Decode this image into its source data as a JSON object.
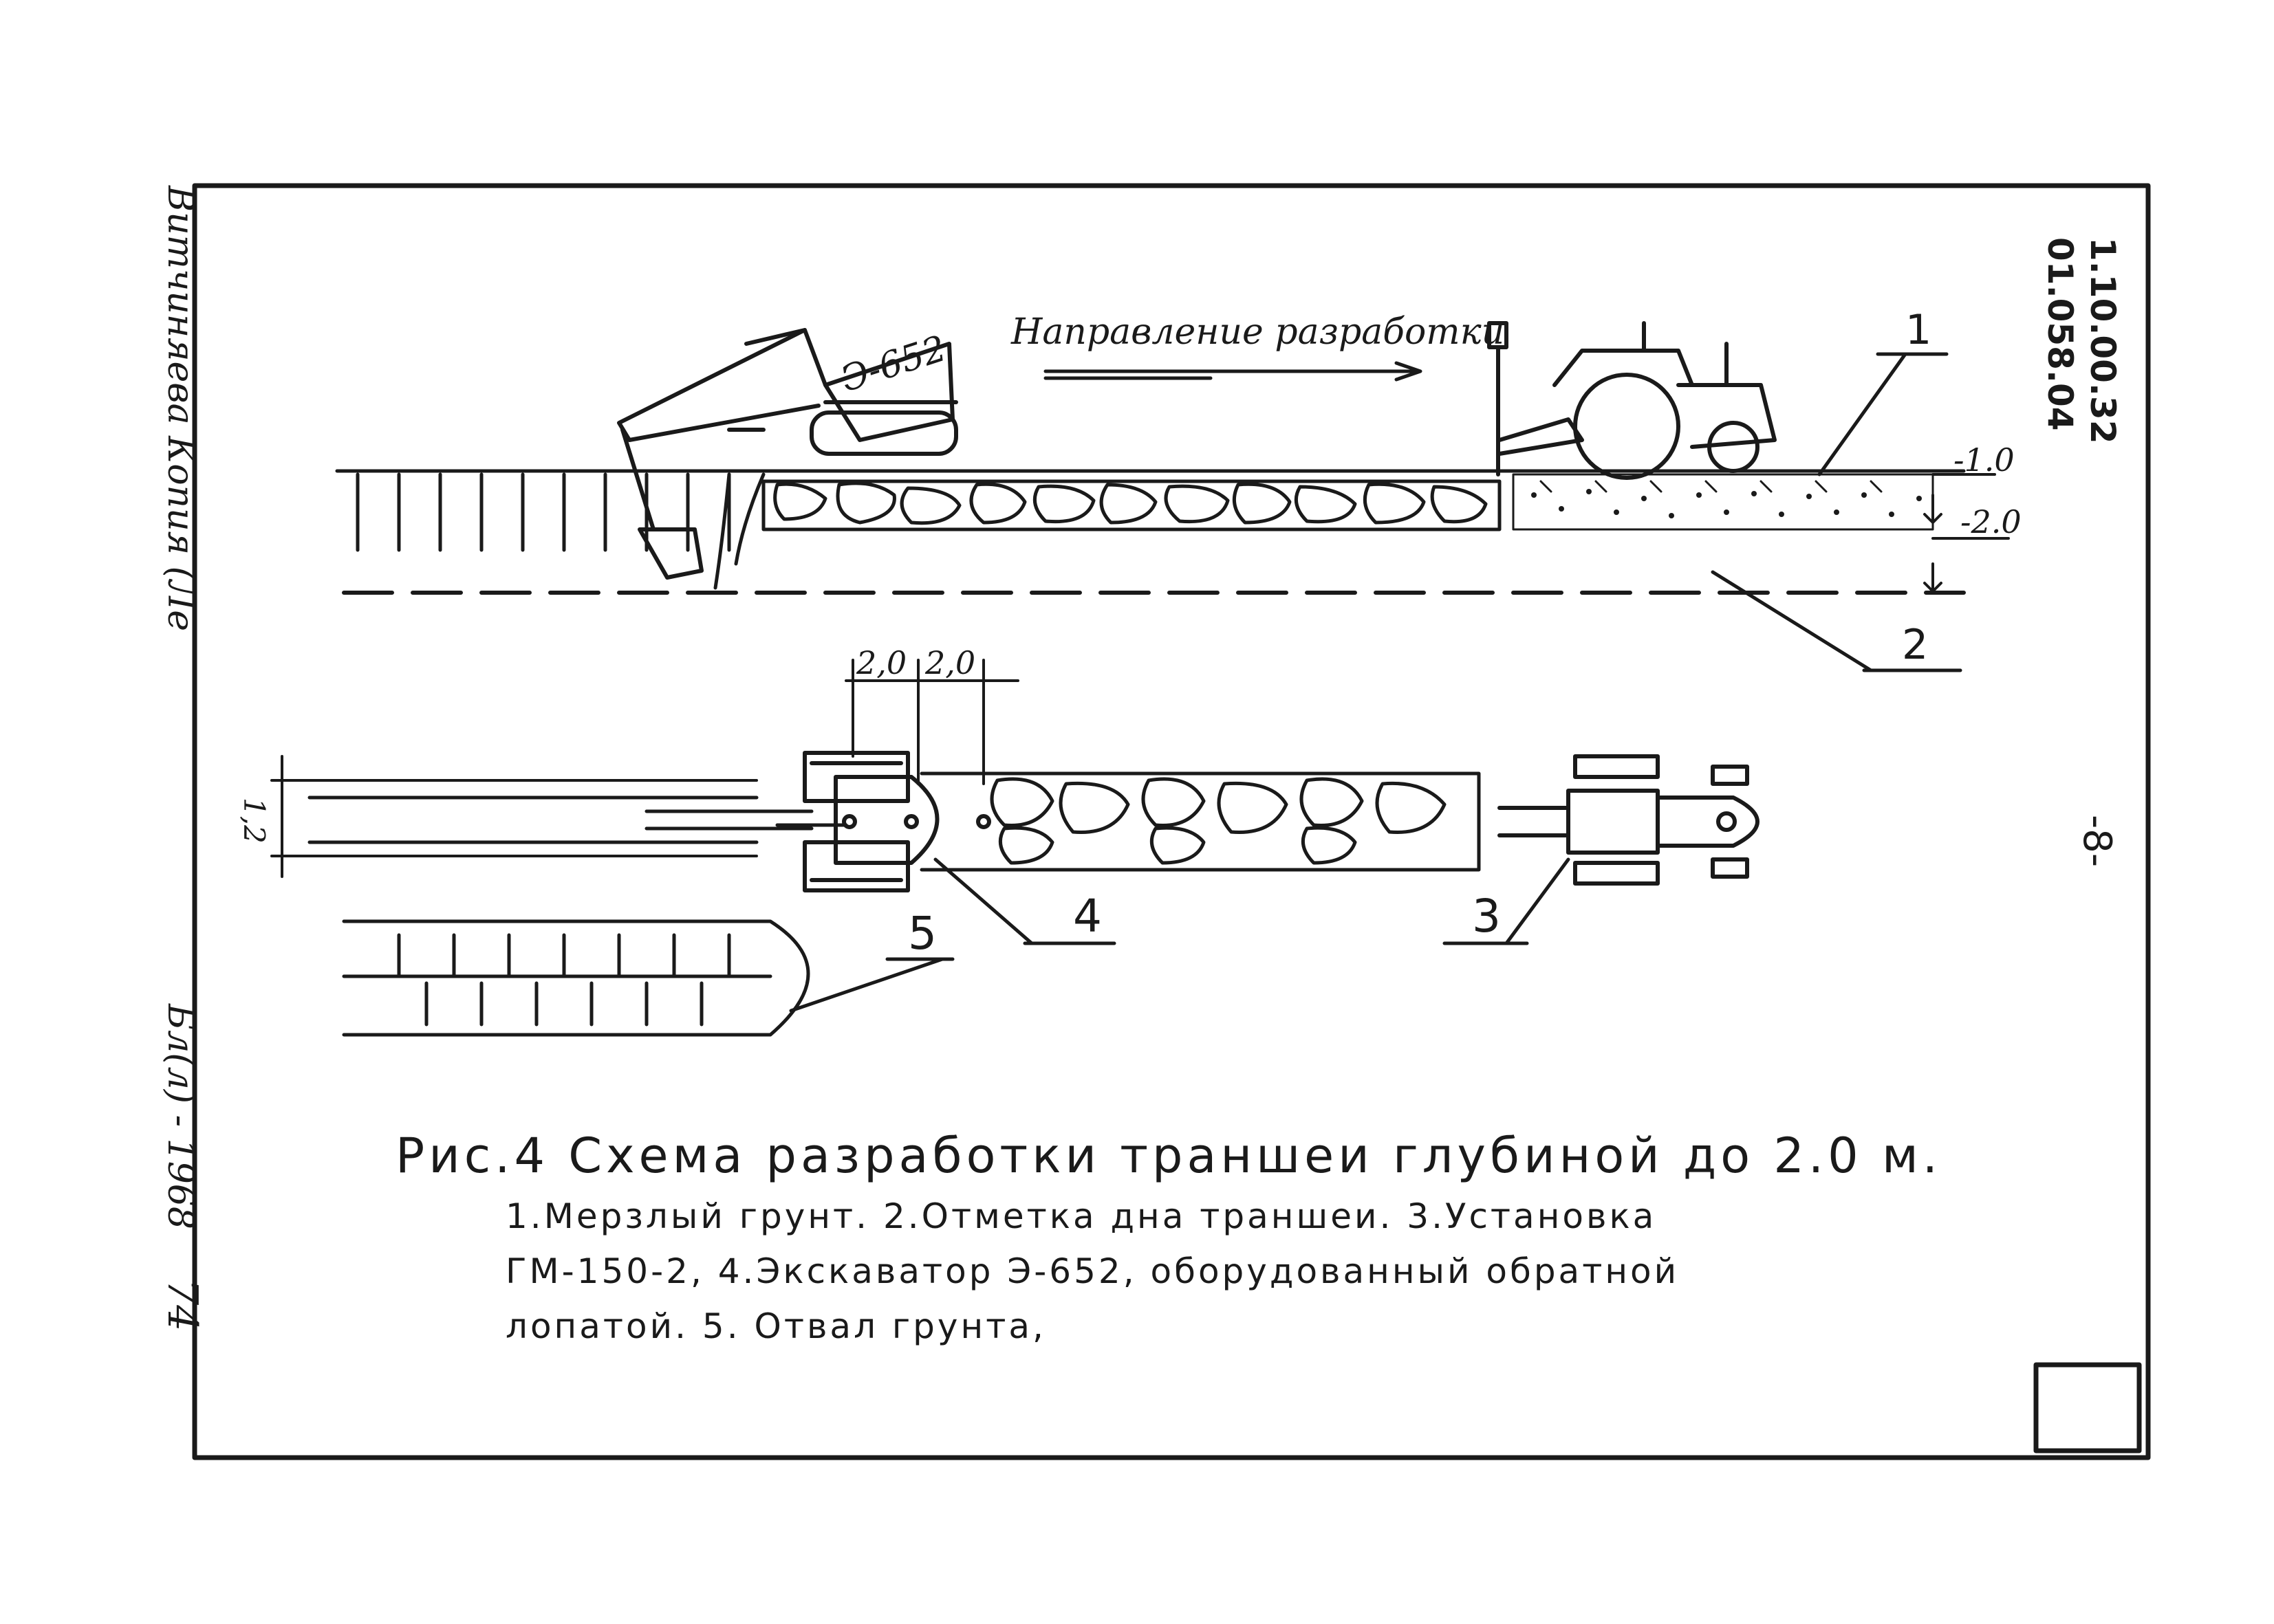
{
  "margin_left": {
    "top_note": "Витчиняева Копия (Ле",
    "middle_note": "Бл(л) - 1968",
    "bottom_note": "74"
  },
  "doc_code": {
    "line1": "1.10.00.32",
    "line2": "01.058.04"
  },
  "page_number": "-8-",
  "profile": {
    "direction_label": "Направление разработки",
    "excavator_label": "Э-652",
    "callout_1": "1",
    "callout_2": "2",
    "mark_1": "-1.0",
    "mark_2": "-2.0"
  },
  "plan": {
    "dim_1": "2,0",
    "dim_2": "2,0",
    "dim_width": "1,2",
    "callout_3": "3",
    "callout_4": "4",
    "callout_5": "5"
  },
  "caption": {
    "title": "Рис.4 Схема разработки траншеи глубиной до 2.0 м.",
    "legend_line1": "1.Мерзлый грунт. 2.Отметка дна траншеи. 3.Установка",
    "legend_line2": "ГМ-150-2, 4.Экскаватор Э-652, оборудованный обратной",
    "legend_line3": "лопатой. 5. Отвал грунта,"
  }
}
